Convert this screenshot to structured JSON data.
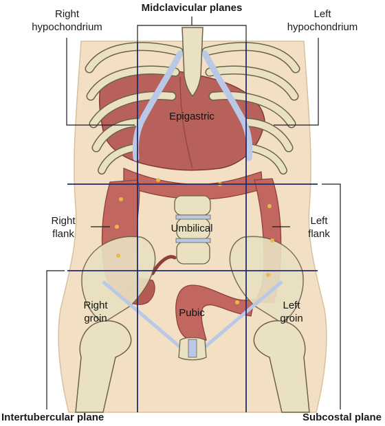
{
  "diagram": {
    "labels": {
      "midclavicular": "Midclavicular planes",
      "right_hypochondrium": [
        "Right",
        "hypochondrium"
      ],
      "left_hypochondrium": [
        "Left",
        "hypochondrium"
      ],
      "epigastric": "Epigastric",
      "right_flank": [
        "Right",
        "flank"
      ],
      "umbilical": "Umbilical",
      "left_flank": [
        "Left",
        "flank"
      ],
      "right_groin": [
        "Right",
        "groin"
      ],
      "pubic": "Pubic",
      "left_groin": [
        "Left",
        "groin"
      ],
      "intertubercular": "Intertubercular plane",
      "subcostal": "Subcostal plane"
    },
    "colors": {
      "plane_line": "#1f2a6b",
      "leader_line": "#1a1a1a",
      "skin": "#f3dfc4",
      "bone": "#e9e1c2",
      "bone_outline": "#6b6248",
      "cartilage": "#b9c8e6",
      "liver": "#b8615a",
      "colon": "#c2675f",
      "colon_dark": "#8e3f3a",
      "fat": "#e8b84a"
    }
  }
}
